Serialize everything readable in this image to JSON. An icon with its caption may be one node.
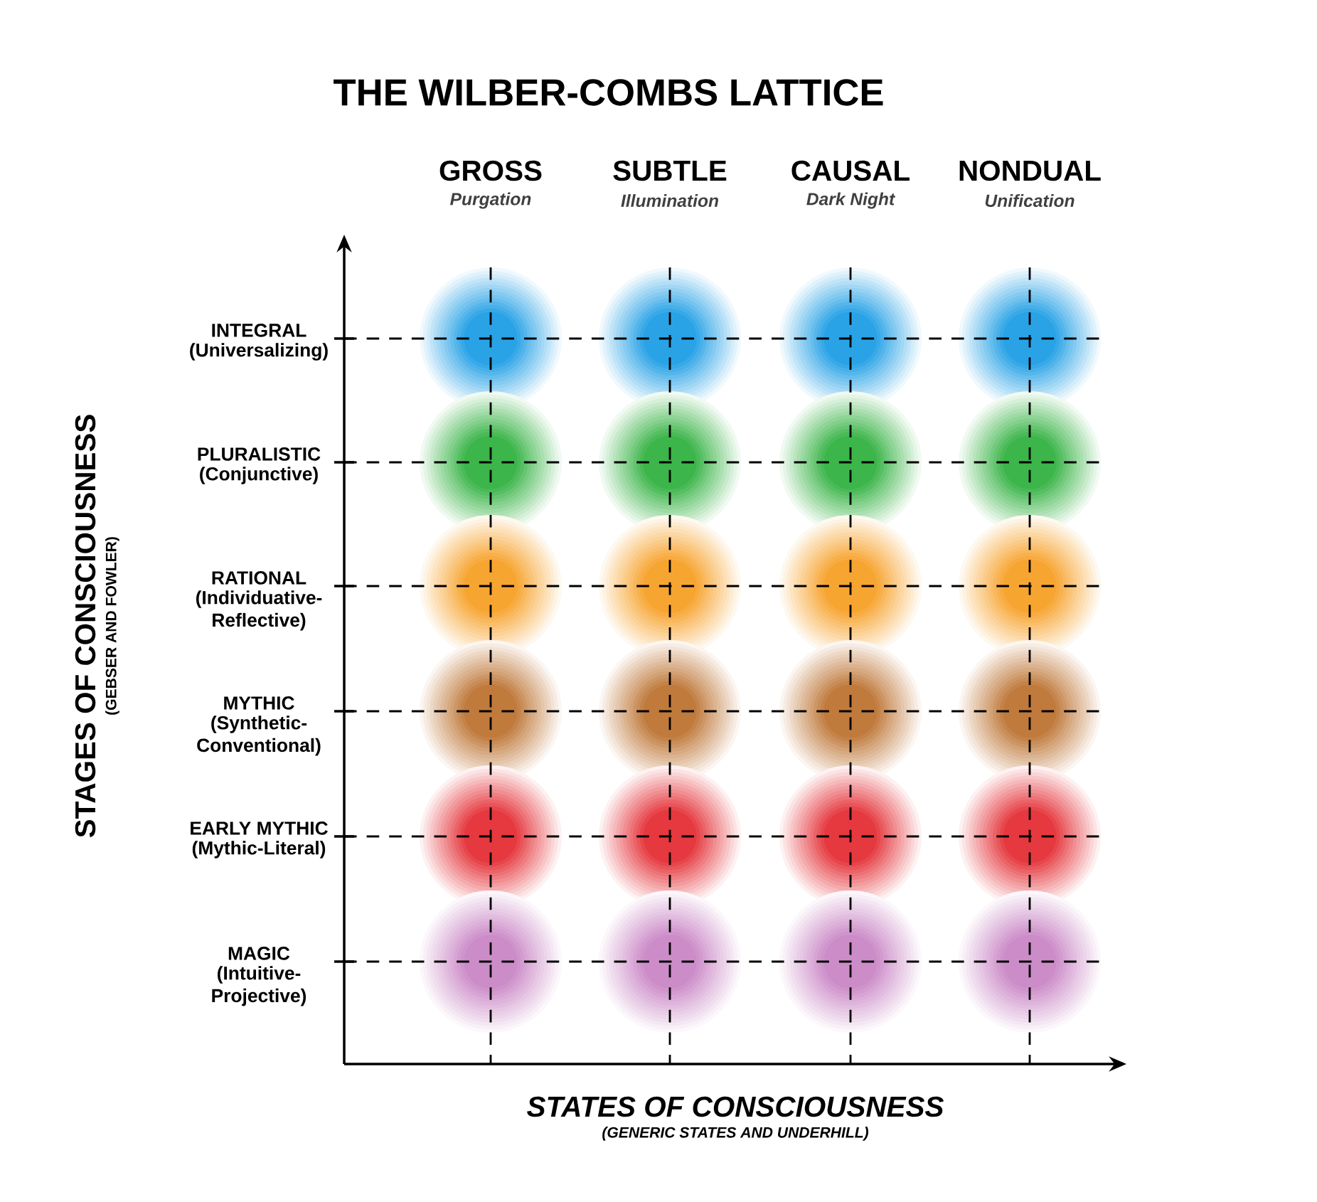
{
  "diagram": {
    "title": "THE WILBER-COMBS LATTICE",
    "labels": [
      "GROSS",
      "Purgation",
      "SUBTLE",
      "Illumination",
      "CAUSAL",
      "Dark Night",
      "NONDUAL",
      "Unification",
      "STAGES OF CONSCIOUSNESS",
      "(GEBSER AND FOWLER)",
      "INTEGRAL",
      "(Universalizing)",
      "PLURALISTIC",
      "(Conjunctive)",
      "RATIONAL",
      "(Individuative-Reflective)",
      "MYTHIC",
      "(Synthetic-Conventional)",
      "EARLY MYTHIC",
      "(Mythic-Literal)",
      "MAGIC",
      "(Intuitive-Projective)",
      "STATES OF CONSCIOUSNESS",
      "(GENERIC STATES AND UNDERHILL)"
    ]
  }
}
